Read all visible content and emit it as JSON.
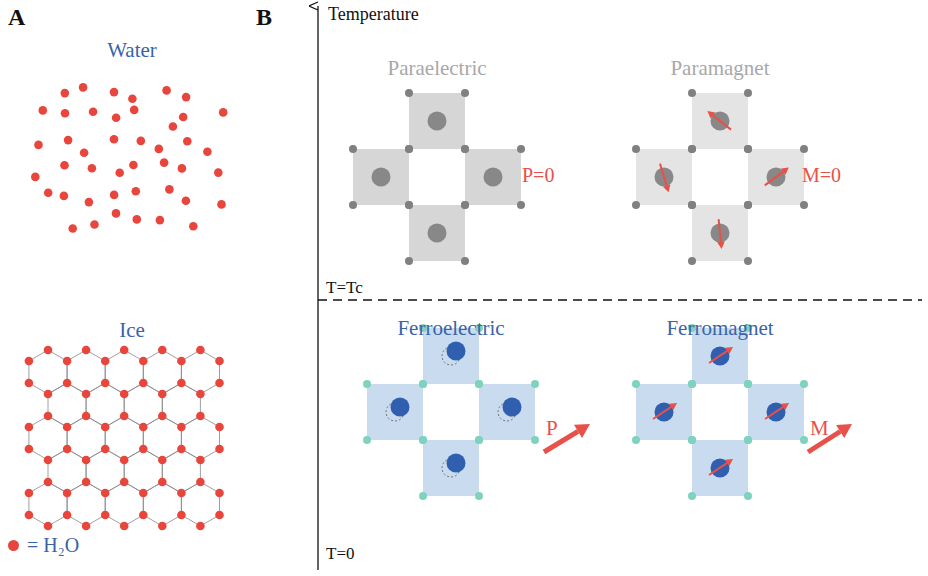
{
  "diagram": {
    "labels": [
      "A",
      "Water",
      "Ice",
      "B",
      "Temperature",
      "Paraelectric",
      "Paramagnet",
      "P=0",
      "M=0",
      "T=Tc",
      "Ferroelectric",
      "Ferromagnet",
      "P",
      "M",
      "T=0"
    ],
    "legend": [
      {
        "text": "= H₂O",
        "color": "#e8453c"
      }
    ]
  }
}
